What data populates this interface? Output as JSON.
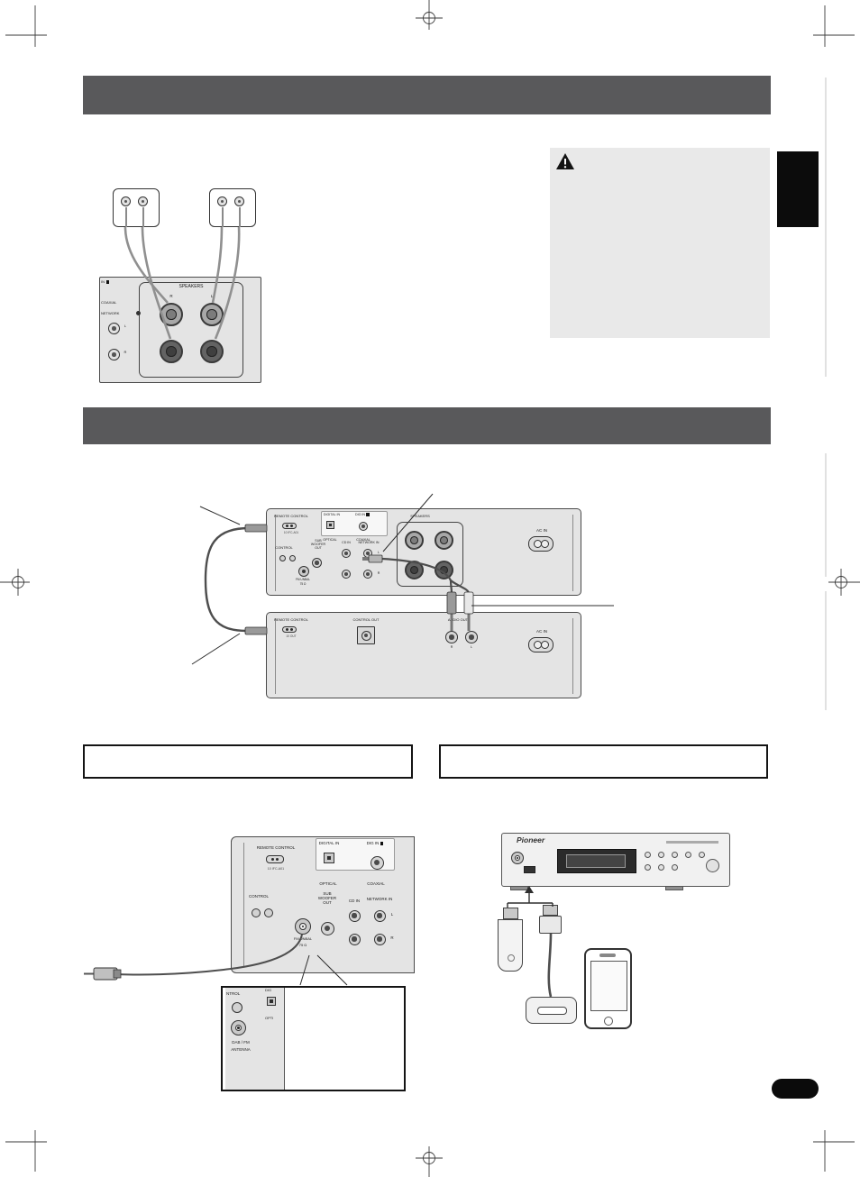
{
  "speaker_diagram": {
    "strip": {
      "line1": "IN",
      "coaxial": "COAXIAL",
      "network": "NETWORK",
      "l": "L",
      "r": "R"
    },
    "speakers_label": "SPEAKERS",
    "r_label": "R",
    "l_label": "L"
  },
  "caution_box": {
    "icon": "warning-triangle-icon"
  },
  "connection_diagram": {
    "amplifier": {
      "remote_control": "REMOTE CONTROL",
      "remote_note": "10  IFC-A01",
      "digital_in": "DIGITAL IN",
      "optical": "OPTICAL",
      "dig_in": "DIG IN",
      "coaxial": "COAXIAL",
      "control": "CONTROL",
      "sub_woofer_out": "SUB WOOFER OUT",
      "fm_unbal": "FM UNBAL",
      "fm_ohm": "75 Ω",
      "cd_in": "CD IN",
      "network_in": "NETWORK IN",
      "l_label": "L",
      "r_label": "R",
      "speakers": "SPEAKERS",
      "ac_in": "AC IN"
    },
    "player": {
      "remote_control": "REMOTE CONTROL",
      "remote_note": "10  OUT",
      "control_out": "CONTROL OUT",
      "audio_out": "AUDIO OUT",
      "r_label": "R",
      "l_label": "L",
      "ac_in": "AC IN"
    }
  },
  "antenna_diagram": {
    "remote_control": "REMOTE CONTROL",
    "remote_note": "10  IFC-A01",
    "digital_in": "DIGITAL IN",
    "optical": "OPTICAL",
    "dig_in": "DIG IN",
    "coaxial": "COAXIAL",
    "control": "CONTROL",
    "sub_woofer_out": "SUB WOOFER OUT",
    "cd_in": "CD IN",
    "network_in": "NETWORK IN",
    "l_label": "L",
    "r_label": "R",
    "fm_unbal": "FM UNBAL",
    "fm_ohm": "75 Ω",
    "inset": {
      "partial_control": "NTROL",
      "partial_dig": "DIG",
      "partial_optical": "OPTI",
      "dab_fm": "DAB / FM",
      "antenna": "ANTENNA"
    }
  },
  "usb_diagram": {
    "brand": "Pioneer"
  },
  "colors": {
    "header_bar": "#59595b",
    "panel_fill": "#e4e4e4",
    "caution_fill": "#e9e9e9",
    "badge": "#0b0b0b"
  }
}
